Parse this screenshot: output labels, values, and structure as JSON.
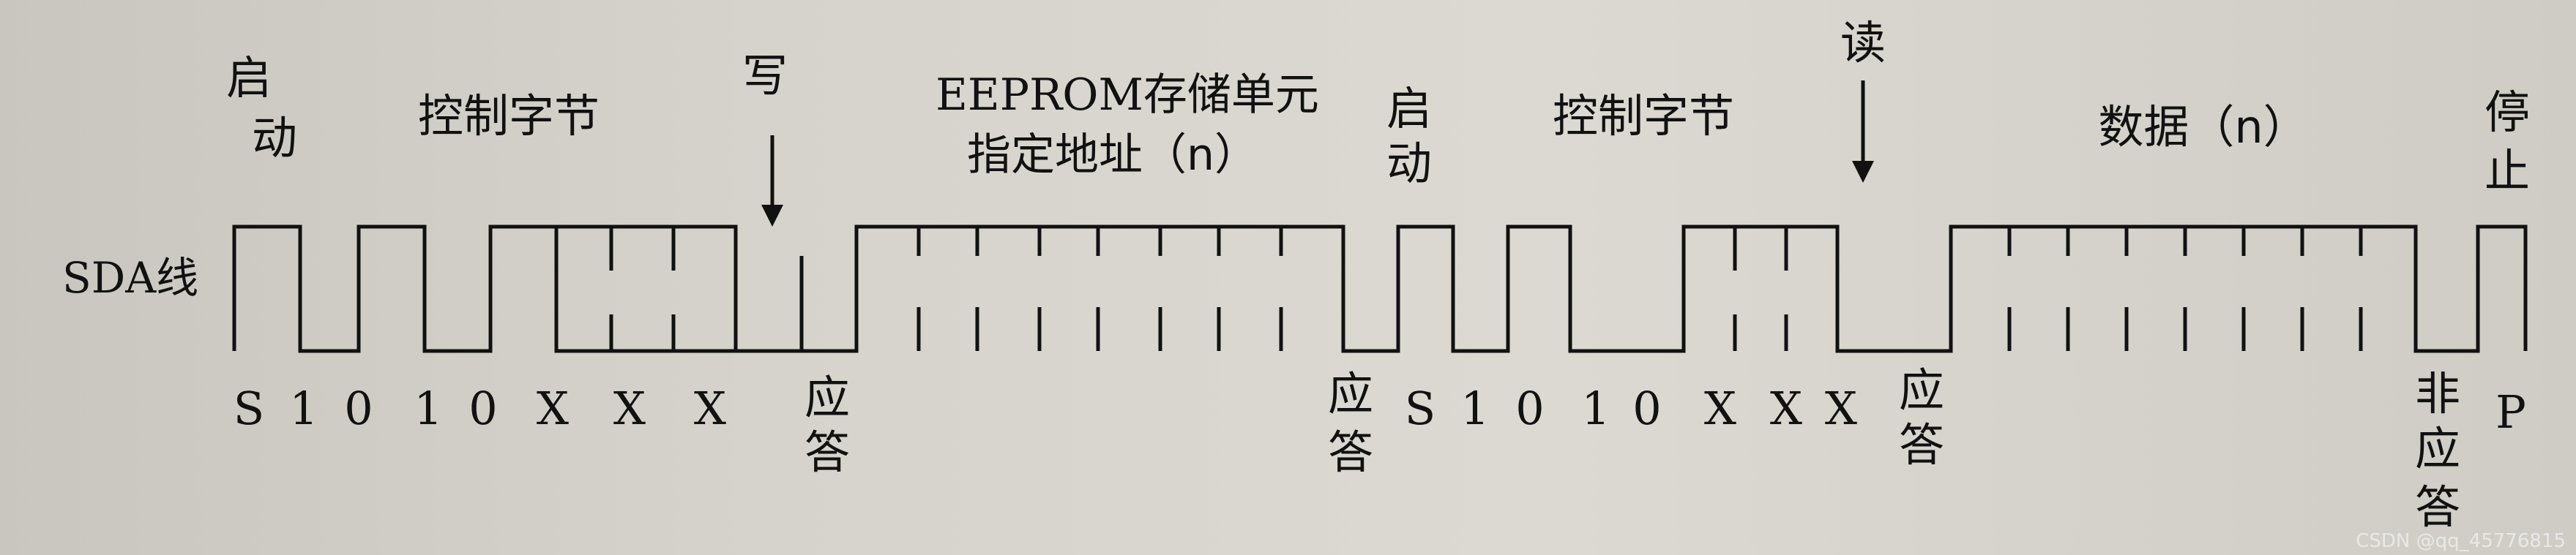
{
  "labels": {
    "start1": [
      "启",
      "动"
    ],
    "ctrl1": "控制字节",
    "write": "写",
    "eeprom1": "EEPROM存储单元",
    "eeprom2": "指定地址（n）",
    "start2": [
      "启",
      "动"
    ],
    "ctrl2": "控制字节",
    "read": "读",
    "data": "数据（n）",
    "stop": [
      "停",
      "止"
    ],
    "sda": "SDA线"
  },
  "bits": {
    "group1": [
      "S",
      "1",
      "0",
      "1",
      "0",
      "X",
      "X",
      "X"
    ],
    "ack1": [
      "应",
      "答"
    ],
    "ack2": [
      "应",
      "答"
    ],
    "group2": [
      "S",
      "1",
      "0",
      "1",
      "0",
      "X",
      "X",
      "X"
    ],
    "ack3": [
      "应",
      "答"
    ],
    "nack": [
      "非",
      "应",
      "答"
    ],
    "p": "P"
  },
  "watermark": "CSDN @qq_45776815"
}
